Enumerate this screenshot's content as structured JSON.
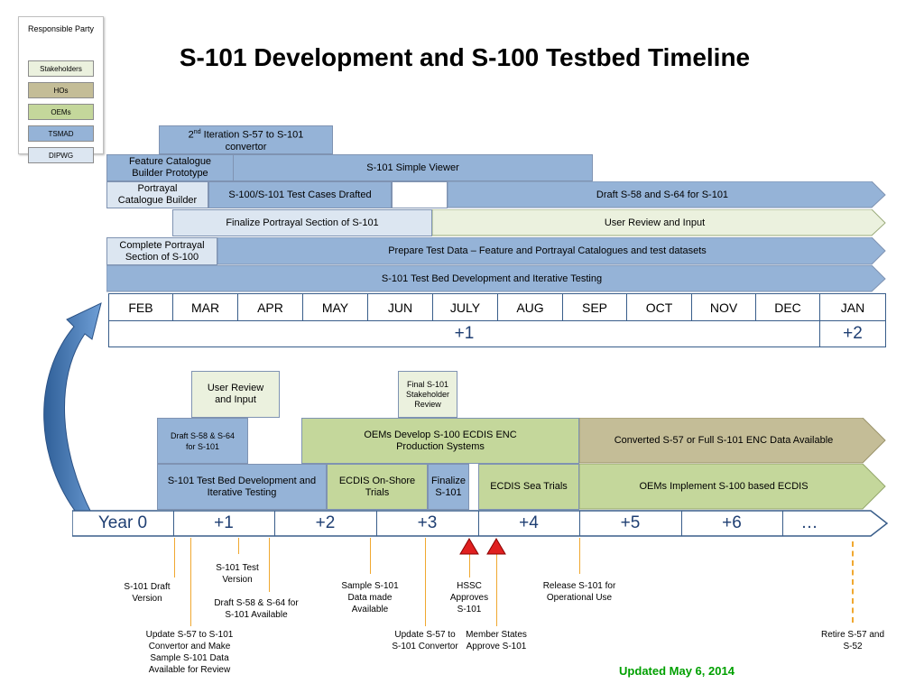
{
  "title": "S-101 Development and S-100 Testbed Timeline",
  "legend": {
    "title": "Responsible Party",
    "items": [
      "Stakeholders",
      "HOs",
      "OEMs",
      "TSMAD",
      "DIPWG"
    ]
  },
  "top_bars": {
    "iteration": {
      "sup": "nd",
      "pre": "2",
      "post": " Iteration S-57 to S-101",
      "line2": "convertor"
    },
    "fc_builder": "Feature Catalogue Builder Prototype",
    "simple_viewer": "S-101 Simple Viewer",
    "pc_builder": "Portrayal Catalogue Builder",
    "test_cases": "S-100/S-101 Test Cases Drafted",
    "draft_s58": "Draft S-58 and S-64 for S-101",
    "finalize_portrayal": "Finalize Portrayal Section of S-101",
    "user_review": "User Review and Input",
    "complete_portrayal": "Complete Portrayal Section of S-100",
    "prepare_test": "Prepare Test Data – Feature and Portrayal Catalogues and test datasets",
    "testbed_dev": "S-101 Test Bed Development and Iterative Testing"
  },
  "months": [
    "FEB",
    "MAR",
    "APR",
    "MAY",
    "JUN",
    "JULY",
    "AUG",
    "SEP",
    "OCT",
    "NOV",
    "DEC",
    "JAN"
  ],
  "month_years": [
    "+1",
    "+2"
  ],
  "lower_bars": {
    "user_review": "User Review and Input",
    "final_review": "Final S-101 Stakeholder Review",
    "draft_s58": "Draft S-58 & S-64 for S-101",
    "oems_develop": "OEMs Develop S-100 ECDIS ENC Production Systems",
    "converted": "Converted S-57 or Full S-101 ENC Data Available",
    "testbed_dev": "S-101 Test Bed Development and Iterative Testing",
    "onshore": "ECDIS On-Shore Trials",
    "finalize": "Finalize S-101",
    "sea_trials": "ECDIS Sea Trials",
    "oems_implement": "OEMs Implement S-100 based ECDIS"
  },
  "years": [
    "Year 0",
    "+1",
    "+2",
    "+3",
    "+4",
    "+5",
    "+6",
    "…"
  ],
  "milestones": {
    "s101_draft": "S-101 Draft Version",
    "test_version": "S-101 Test Version",
    "draft_s58_avail": "Draft S-58 & S-64 for S-101 Available",
    "update_convertor": "Update S-57 to S-101 Convertor and Make Sample S-101 Data Available for Review",
    "sample_data": "Sample S-101 Data made Available",
    "update_s57": "Update S-57 to S-101 Convertor",
    "hssc": "HSSC Approves S-101",
    "member_states": "Member States Approve S-101",
    "release": "Release S-101 for Operational  Use",
    "retire": "Retire S-57 and S-52"
  },
  "updated": "Updated May 6, 2014",
  "colors": {
    "tsmad": "#95b3d7",
    "dipwg": "#dce6f1",
    "oem": "#c4d79b",
    "ho": "#c4bd97",
    "stakeholder": "#ebf1de",
    "arrow_blue": "#4f81bd",
    "milestone": "#f0a830",
    "triangle": "#e02020",
    "updated": "#00a000"
  }
}
